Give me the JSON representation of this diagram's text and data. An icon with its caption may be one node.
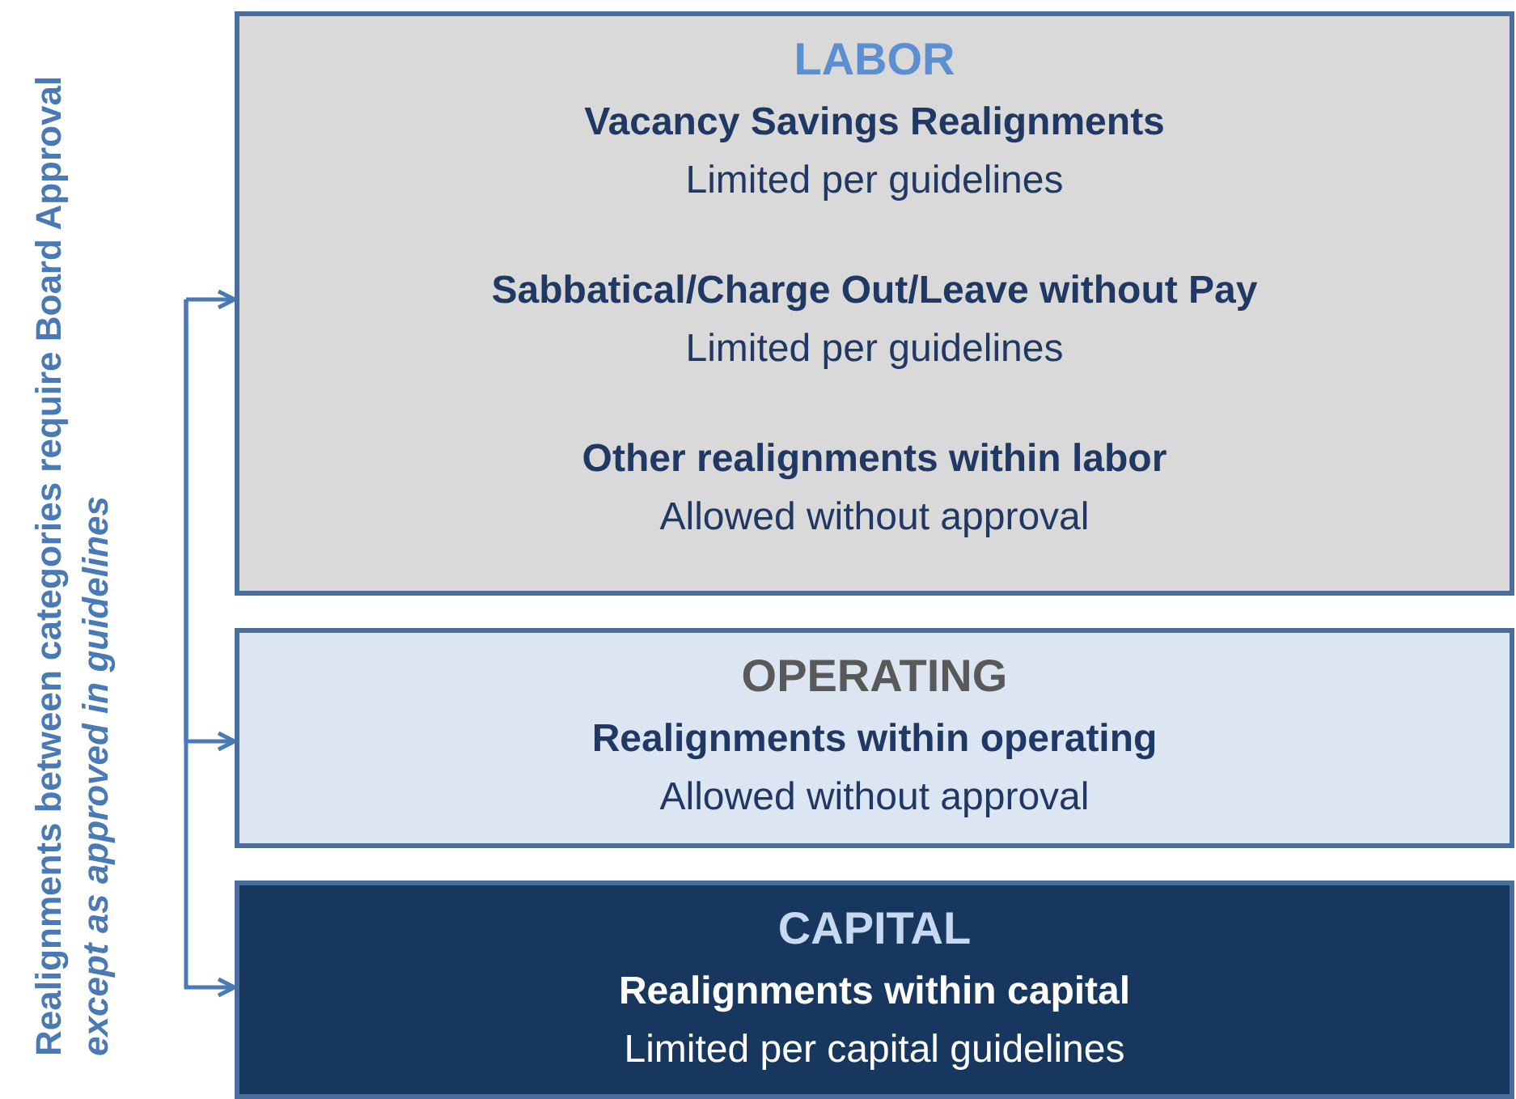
{
  "diagram": {
    "nodes": [
      {
        "text": [
          "LABOR",
          "Vacancy Savings Realignments",
          "Limited per guidelines",
          "Sabbatical/Charge Out/Leave without Pay",
          "Limited per guidelines",
          "Other realignments within labor",
          "Allowed without approval"
        ]
      },
      {
        "text": [
          "OPERATING",
          "Realignments within operating",
          "Allowed without approval"
        ]
      },
      {
        "text": [
          "CAPITAL",
          "Realignments within capital",
          "Limited per capital guidelines"
        ]
      }
    ],
    "edges": [
      {
        "from": null,
        "to": 0,
        "arrow": "to"
      },
      {
        "from": null,
        "to": 1,
        "arrow": "to"
      },
      {
        "from": null,
        "to": 2,
        "arrow": "to"
      }
    ],
    "labels": [
      "Realignments between categories require Board Approval *except as approved in guidelines*"
    ]
  }
}
